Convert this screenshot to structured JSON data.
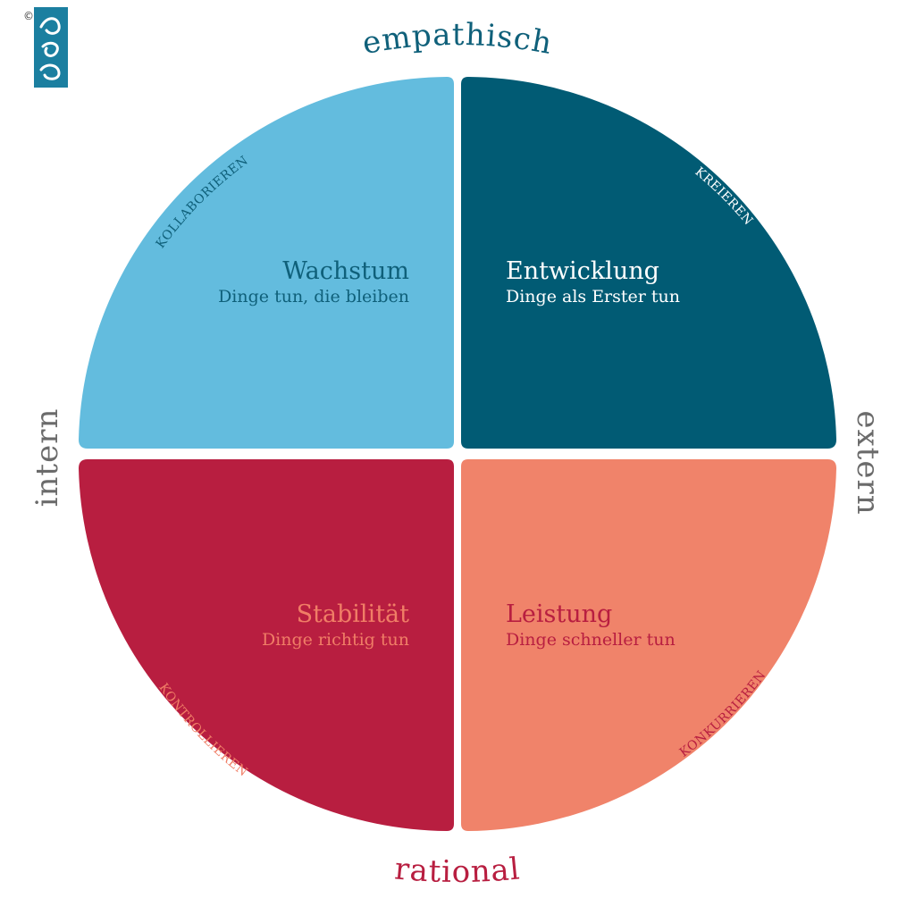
{
  "logo": {
    "copyright": "©",
    "brand_color": "#1b7fa0"
  },
  "axes": {
    "top": "empathisch",
    "bottom": "rational",
    "left": "intern",
    "right": "extern"
  },
  "quadrants": {
    "top_left": {
      "title": "Wachstum",
      "subtitle": "Dinge tun, die bleiben",
      "verb": "KOLLABORIEREN",
      "fill": "#63bcde",
      "text_color": "#0f607a",
      "verb_color": "#0f607a"
    },
    "top_right": {
      "title": "Entwicklung",
      "subtitle": "Dinge als Erster tun",
      "verb": "KREIEREN",
      "fill": "#015b74",
      "text_color": "#ffffff",
      "verb_color": "#ffffff"
    },
    "bottom_left": {
      "title": "Stabilität",
      "subtitle": "Dinge richtig tun",
      "verb": "KONTROLLIEREN",
      "fill": "#b81e40",
      "text_color": "#f07e66",
      "verb_color": "#f07e66"
    },
    "bottom_right": {
      "title": "Leistung",
      "subtitle": "Dinge schneller tun",
      "verb": "KONKURRIEREN",
      "fill": "#f0836a",
      "text_color": "#b81e40",
      "verb_color": "#b81e40"
    }
  },
  "colors": {
    "axis_top": "#0f607a",
    "axis_bottom": "#b81e40",
    "axis_side": "#6b6b6b"
  }
}
